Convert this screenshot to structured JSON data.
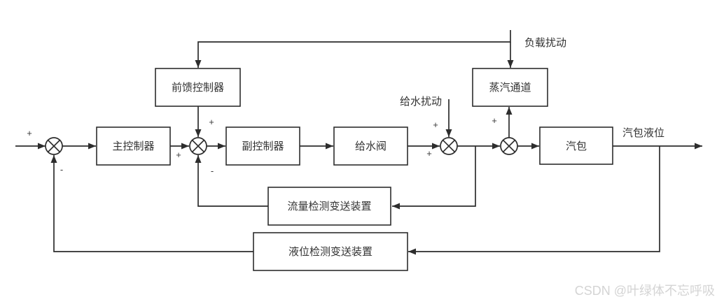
{
  "diagram": {
    "title_hint": "boiler-drum-water-level-three-element-control-block-diagram",
    "blocks": {
      "feedforward_controller": {
        "label": "前馈控制器"
      },
      "main_controller": {
        "label": "主控制器"
      },
      "secondary_controller": {
        "label": "副控制器"
      },
      "feedwater_valve": {
        "label": "给水阀"
      },
      "steam_channel": {
        "label": "蒸汽通道"
      },
      "drum": {
        "label": "汽包"
      },
      "flow_transmitter": {
        "label": "流量检测变送装置"
      },
      "level_transmitter": {
        "label": "液位检测变送装置"
      }
    },
    "annotations": {
      "load_disturbance": "负载扰动",
      "feedwater_disturbance": "给水扰动",
      "drum_level_output": "汽包液位"
    },
    "signs": {
      "j1_left": "+",
      "j1_bottom": "-",
      "j2_left": "+",
      "j2_top": "+",
      "j2_bottom": "-",
      "j3_left": "+",
      "j3_top": "+",
      "j4_up": "+"
    },
    "colors": {
      "line": "#2d2d2d",
      "text": "#333333",
      "background": "#ffffff",
      "watermark": "#d4d4d4"
    }
  },
  "watermark": {
    "text": "CSDN @叶绿体不忘呼吸"
  }
}
